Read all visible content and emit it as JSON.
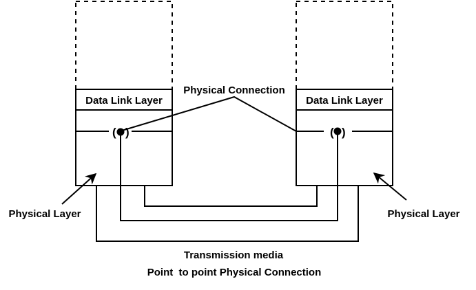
{
  "diagram": {
    "left_stack": {
      "upper_layer_label": "",
      "data_link_label": "Data Link Layer",
      "node_glyph": "(●)",
      "physical_label": "Physical Layer"
    },
    "right_stack": {
      "upper_layer_label": "",
      "data_link_label": "Data Link Layer",
      "node_glyph": "(●)",
      "physical_label": "Physical Layer"
    },
    "physical_connection_label": "Physical Connection",
    "caption": {
      "line1": "Transmission media",
      "line2": "Point  to point Physical Connection"
    },
    "colors": {
      "stroke": "#000000",
      "background": "#ffffff"
    }
  }
}
